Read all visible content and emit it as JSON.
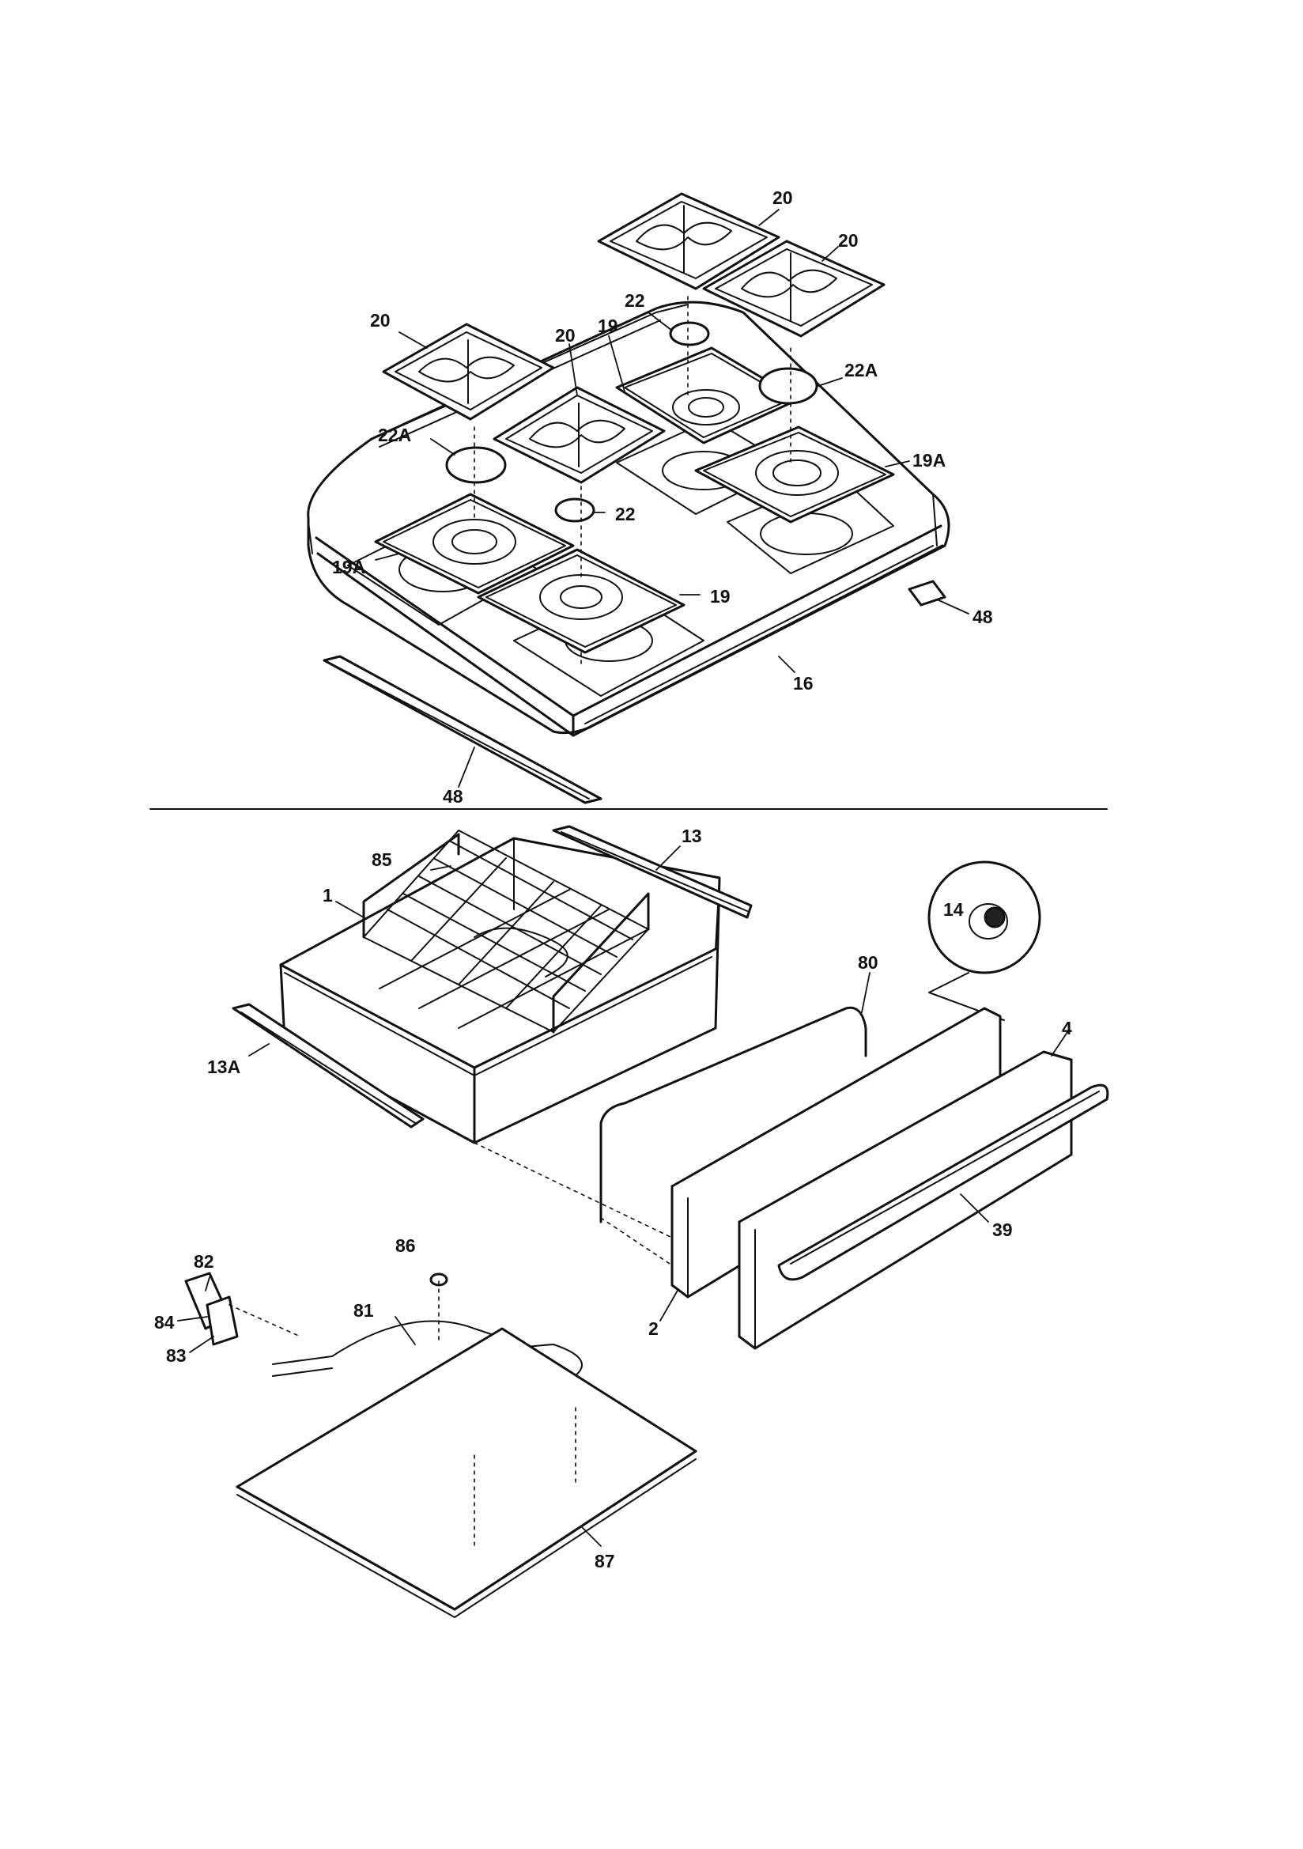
{
  "labels": {
    "grate_1": "20",
    "grate_2": "20",
    "grate_3": "20",
    "grate_4": "20",
    "cap_22_top": "22",
    "cap_22_mid": "22",
    "cap_22a_right": "22A",
    "cap_22a_left": "22A",
    "pan_19_top": "19",
    "pan_19_bottom": "19",
    "pan_19a_right": "19A",
    "pan_19a_left": "19A",
    "trim_48_right": "48",
    "trim_48_bottom": "48",
    "cooktop_16": "16",
    "rack_85": "85",
    "drawer_1": "1",
    "slide_13": "13",
    "slide_13a": "13A",
    "knob_14": "14",
    "element_80": "80",
    "front_4": "4",
    "inner_panel_2": "2",
    "handle_39": "39",
    "bracket_82": "82",
    "clip_84": "84",
    "bracket_83": "83",
    "clip_86": "86",
    "element_81": "81",
    "tray_87": "87"
  }
}
